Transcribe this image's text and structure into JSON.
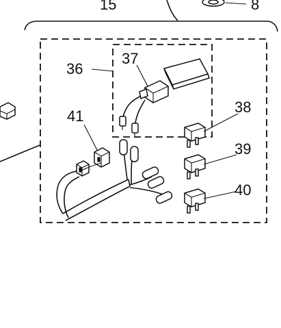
{
  "diagram": {
    "callouts": {
      "c15": "15",
      "c8": "8",
      "c36": "36",
      "c37": "37",
      "c38": "38",
      "c39": "39",
      "c40": "40",
      "c41": "41"
    }
  }
}
